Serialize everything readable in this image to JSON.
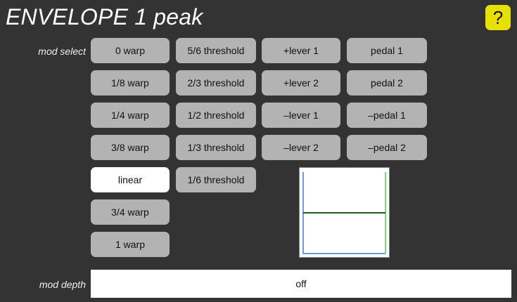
{
  "title": "ENVELOPE 1 peak",
  "help_label": "?",
  "mod_select_label": "mod select",
  "mod_depth_label": "mod depth",
  "mod_depth_value": "off",
  "selected": "linear",
  "warp_options": [
    "0 warp",
    "1/8 warp",
    "1/4 warp",
    "3/8 warp",
    "linear",
    "3/4 warp",
    "1 warp"
  ],
  "threshold_options": [
    "5/6 threshold",
    "2/3 threshold",
    "1/2 threshold",
    "1/3 threshold",
    "1/6 threshold"
  ],
  "lever_options": [
    "+lever 1",
    "+lever 2",
    "–lever 1",
    "–lever 2"
  ],
  "pedal_options": [
    "pedal 1",
    "pedal 2",
    "–pedal 1",
    "–pedal 2"
  ],
  "colors": {
    "background": "#333333",
    "button": "#b3b3b3",
    "selected_button": "#ffffff",
    "help_button": "#e8e000",
    "curve_line": "#1a5c1a",
    "left_axis": "#3a7bd5",
    "right_axis": "#4cd04c"
  }
}
